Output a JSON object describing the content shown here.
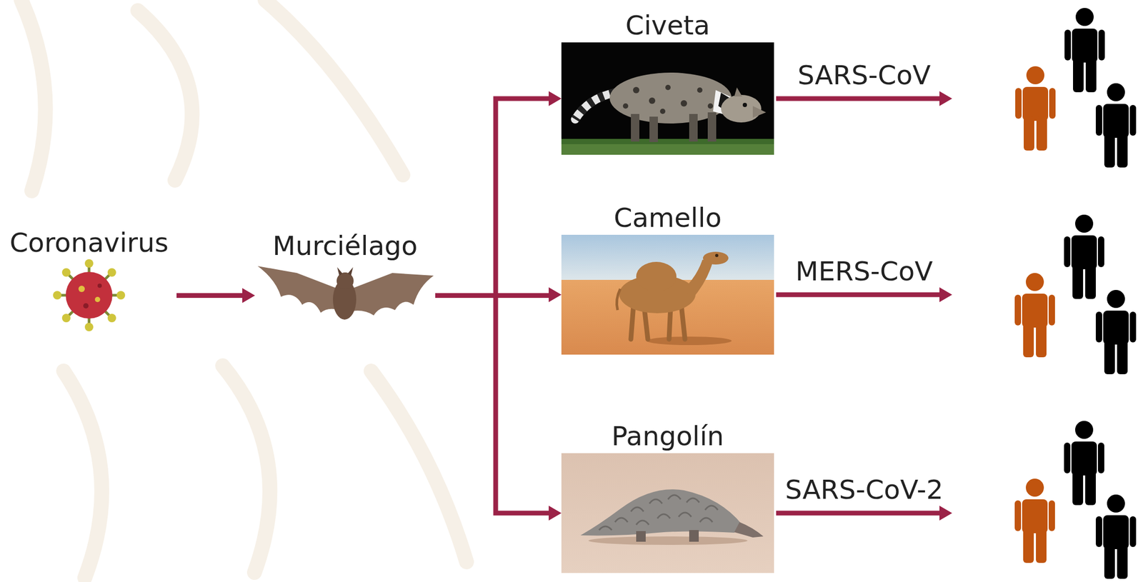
{
  "diagram": {
    "nodes": [
      {
        "text": [
          "Coronavirus"
        ]
      },
      {
        "text": [
          "Murciélago"
        ]
      },
      {
        "text": [
          "Civeta"
        ]
      },
      {
        "text": [
          "Camello"
        ]
      },
      {
        "text": [
          "Pangolín"
        ]
      }
    ],
    "edges": [
      {
        "from": 0,
        "to": 1,
        "arrow": "to"
      },
      {
        "from": 1,
        "to": 2,
        "arrow": "to"
      },
      {
        "from": 1,
        "to": 3,
        "arrow": "to"
      },
      {
        "from": 1,
        "to": 4,
        "arrow": "to"
      }
    ],
    "labels": [
      "SARS-CoV",
      "MERS-CoV",
      "SARS-CoV-2"
    ]
  }
}
